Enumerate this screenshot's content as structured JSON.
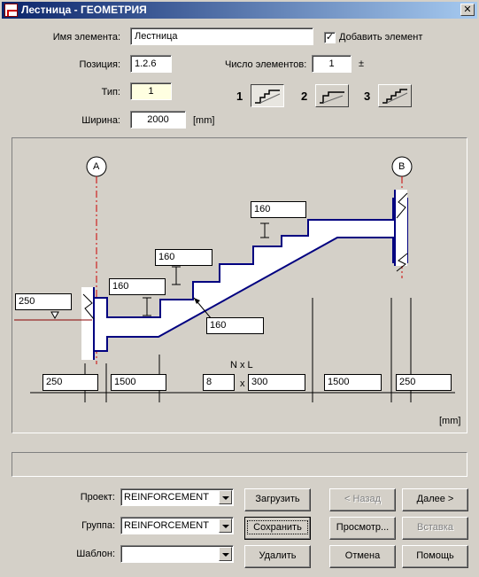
{
  "window": {
    "title": "Лестница - ГЕОМЕТРИЯ",
    "close_glyph": "✕"
  },
  "form": {
    "name_label": "Имя элемента:",
    "name_value": "Лестница",
    "add_element_label": "Добавить элемент",
    "add_element_checked": "✓",
    "position_label": "Позиция:",
    "position_value": "1.2.6",
    "count_label": "Число элементов:",
    "count_value": "1",
    "count_suffix": "±",
    "type_label": "Тип:",
    "type_value": "1",
    "type_options": [
      "1",
      "2",
      "3"
    ],
    "width_label": "Ширина:",
    "width_value": "2000",
    "width_unit": "[mm]"
  },
  "drawing": {
    "axis_a": "A",
    "axis_b": "B",
    "h_top": "160",
    "h_mid1": "160",
    "h_mid2": "160",
    "slab": "160",
    "level": "250",
    "nxl_label": "N x L",
    "dims": [
      "250",
      "1500",
      "8",
      "x",
      "300",
      "1500",
      "250"
    ],
    "unit": "[mm]"
  },
  "bottom": {
    "project_label": "Проект:",
    "project_value": "REINFORCEMENT",
    "group_label": "Группа:",
    "group_value": "REINFORCEMENT",
    "template_label": "Шаблон:",
    "template_value": "",
    "load": "Загрузить",
    "save": "Сохранить",
    "delete": "Удалить",
    "back": "< Назад",
    "next": "Далее >",
    "preview": "Просмотр...",
    "insert": "Вставка",
    "cancel": "Отмена",
    "help": "Помощь"
  }
}
